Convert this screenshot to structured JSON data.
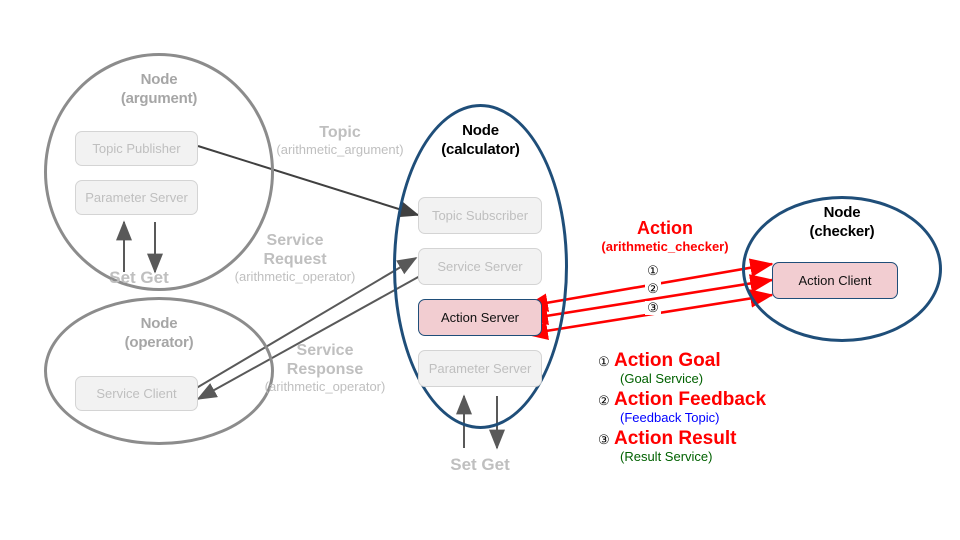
{
  "diagram": {
    "title": "ROS 2 Topic / Service / Action communication between nodes",
    "colors": {
      "grey_node_border": "#8c8c8c",
      "navy_node_border": "#1f4e79",
      "grey_box_fill": "#f2f2f2",
      "pink_box_fill": "#f2cdd1",
      "action_red": "#ff0000",
      "goal_green": "#006100",
      "feedback_blue": "#0000ff",
      "grey_text": "#bfbfbf",
      "arrow_grey": "#595959"
    }
  },
  "nodes": [
    {
      "id": "argument",
      "title_line1": "Node",
      "title_line2": "(argument)",
      "style": "grey",
      "boxes": [
        {
          "label": "Topic Publisher",
          "style": "grey"
        },
        {
          "label": "Parameter Server",
          "style": "grey"
        }
      ],
      "param_arrows": {
        "set_label": "Set",
        "get_label": "Get",
        "combined": "Set Get"
      }
    },
    {
      "id": "operator",
      "title_line1": "Node",
      "title_line2": "(operator)",
      "style": "grey",
      "boxes": [
        {
          "label": "Service Client",
          "style": "grey"
        }
      ]
    },
    {
      "id": "calculator",
      "title_line1": "Node",
      "title_line2": "(calculator)",
      "style": "navy",
      "boxes": [
        {
          "label": "Topic Subscriber",
          "style": "grey"
        },
        {
          "label": "Service Server",
          "style": "grey"
        },
        {
          "label": "Action Server",
          "style": "pink"
        },
        {
          "label": "Parameter Server",
          "style": "grey"
        }
      ],
      "param_arrows": {
        "set_label": "Set",
        "get_label": "Get",
        "combined": "Set Get"
      }
    },
    {
      "id": "checker",
      "title_line1": "Node",
      "title_line2": "(checker)",
      "style": "navy",
      "boxes": [
        {
          "label": "Action Client",
          "style": "pink"
        }
      ]
    }
  ],
  "edge_labels": {
    "topic": {
      "line1": "Topic",
      "line2": "(arithmetic_argument)"
    },
    "service_request": {
      "line1": "Service",
      "line1b": "Request",
      "line2": "(arithmetic_operator)"
    },
    "service_response": {
      "line1": "Service",
      "line1b": "Response",
      "line2": "(arithmetic_operator)"
    },
    "action": {
      "line1": "Action",
      "line2": "(arithmetic_checker)"
    }
  },
  "arrow_markers": {
    "one": "①",
    "two": "②",
    "three": "③"
  },
  "legend": {
    "items": [
      {
        "num": "①",
        "title": "Action Goal",
        "sub": "(Goal Service)",
        "sub_color": "green"
      },
      {
        "num": "②",
        "title": "Action Feedback",
        "sub": "(Feedback Topic)",
        "sub_color": "blue"
      },
      {
        "num": "③",
        "title": "Action Result",
        "sub": "(Result Service)",
        "sub_color": "green"
      }
    ]
  }
}
